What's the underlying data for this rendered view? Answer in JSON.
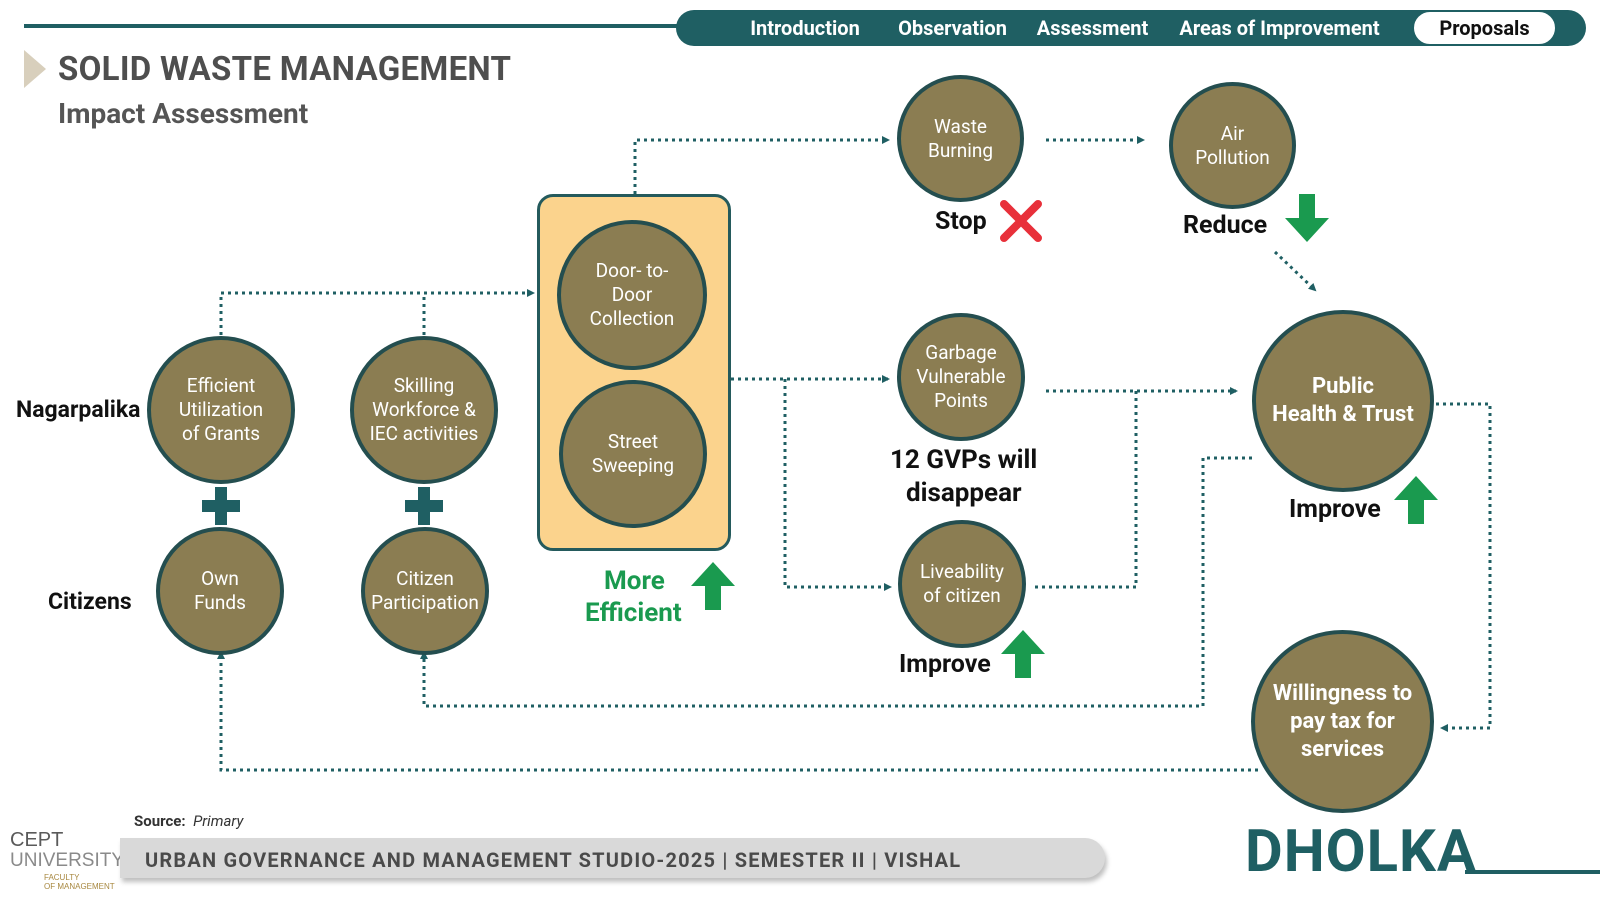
{
  "nav": {
    "items": [
      "Introduction",
      "Observation",
      "Assessment",
      "Areas of Improvement",
      "Proposals"
    ],
    "active": "Proposals"
  },
  "header": {
    "title": "SOLID WASTE MANAGEMENT",
    "subtitle": "Impact Assessment"
  },
  "rows": {
    "nagarpalika": "Nagarpalika",
    "citizens": "Citizens"
  },
  "nodes": {
    "grants": "Efficient\nUtilization\nof Grants",
    "skilling": "Skilling\nWorkforce &\nIEC activities",
    "own_funds": "Own\nFunds",
    "participation": "Citizen\nParticipation",
    "door": "Door- to-\nDoor\nCollection",
    "sweeping": "Street\nSweeping",
    "burning": "Waste\nBurning",
    "air": "Air\nPollution",
    "gvp": "Garbage\nVulnerable\nPoints",
    "liveability": "Liveability\nof citizen",
    "health": "Public\nHealth & Trust",
    "willingness": "Willingness to\npay tax for\nservices"
  },
  "labels": {
    "stop": "Stop",
    "reduce": "Reduce",
    "gvp_line1": "12 GVPs will",
    "gvp_line2": "disappear",
    "improve_liveability": "Improve",
    "improve_health": "Improve",
    "more": "More",
    "efficient": "Efficient"
  },
  "colors": {
    "node_fill": "#8b7d52",
    "node_border": "#244e4f",
    "teal": "#1f5f63",
    "panel": "#fbd38d",
    "green": "#1a9a4f",
    "red": "#e8303a"
  },
  "footer": {
    "source_label": "Source:",
    "source_value": "Primary",
    "studio": "URBAN GOVERNANCE AND MANAGEMENT STUDIO-2025 | SEMESTER II | VISHAL",
    "city": "DHOLKA",
    "logo_line1": "CEPT",
    "logo_line2": "UNIVERSITY",
    "logo_line3": "FACULTY",
    "logo_line4": "OF MANAGEMENT"
  }
}
